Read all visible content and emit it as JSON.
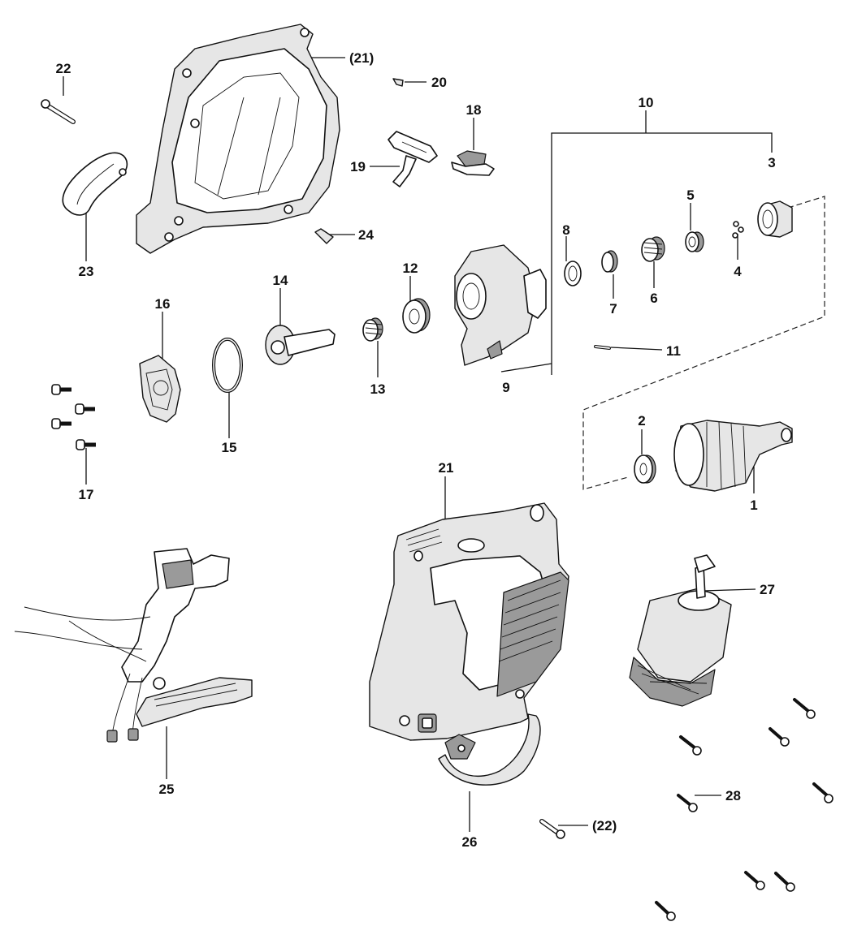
{
  "diagram": {
    "labels": {
      "p1": "1",
      "p2": "2",
      "p3": "3",
      "p4": "4",
      "p5": "5",
      "p6": "6",
      "p7": "7",
      "p8": "8",
      "p9": "9",
      "p10": "10",
      "p11": "11",
      "p12": "12",
      "p13": "13",
      "p14": "14",
      "p15": "15",
      "p16": "16",
      "p17": "17",
      "p18": "18",
      "p19": "19",
      "p20": "20",
      "p21": "21",
      "p21ref": "(21)",
      "p22": "22",
      "p22ref": "(22)",
      "p23": "23",
      "p24": "24",
      "p25": "25",
      "p26": "26",
      "p27": "27",
      "p28": "28"
    }
  }
}
